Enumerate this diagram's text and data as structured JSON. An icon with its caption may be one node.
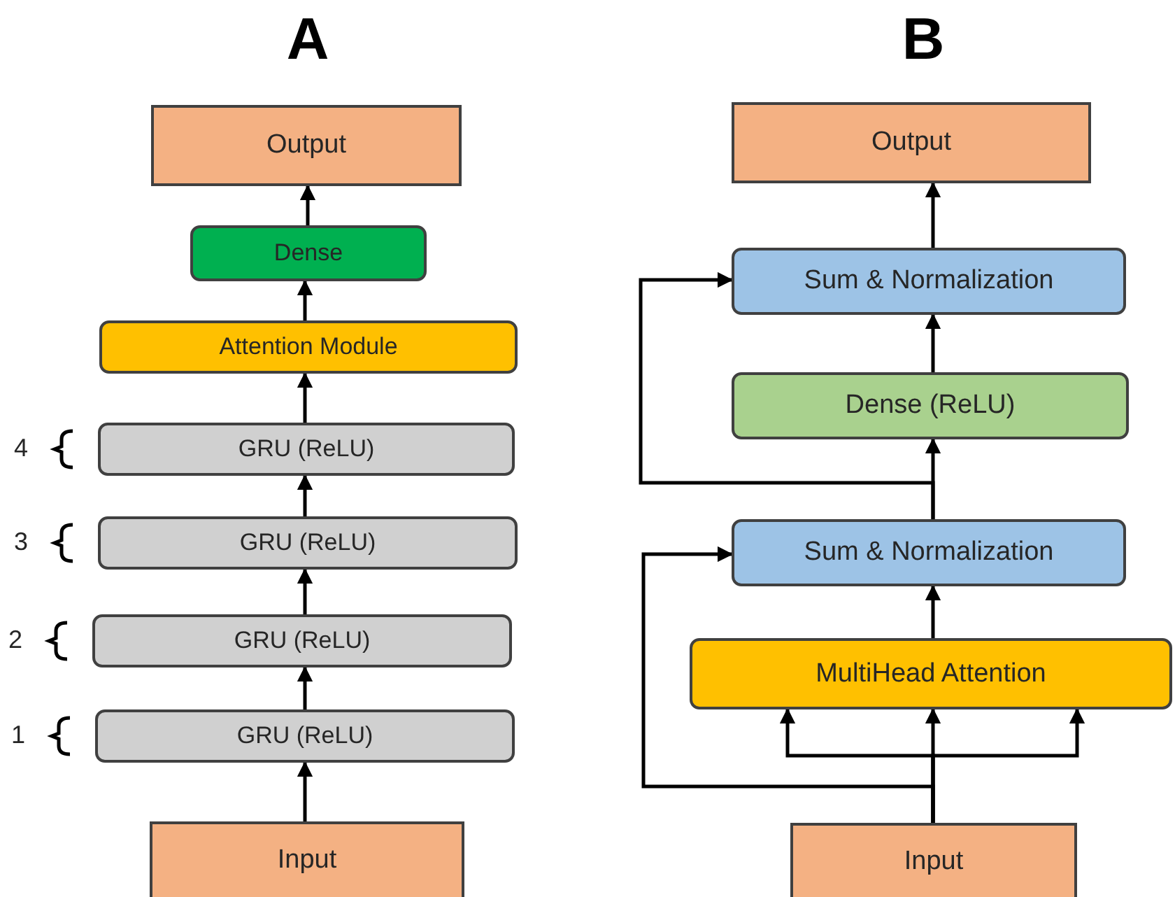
{
  "diagram": {
    "nodes": [
      {
        "text": [
          "Output"
        ]
      },
      {
        "text": [
          "Dense"
        ]
      },
      {
        "text": [
          "Attention Module"
        ]
      },
      {
        "text": [
          "GRU (ReLU)"
        ],
        "beside": [
          "4"
        ]
      },
      {
        "text": [
          "GRU (ReLU)"
        ],
        "beside": [
          "3"
        ]
      },
      {
        "text": [
          "GRU (ReLU)"
        ],
        "beside": [
          "2"
        ]
      },
      {
        "text": [
          "GRU (ReLU)"
        ],
        "beside": [
          "1"
        ]
      },
      {
        "text": [
          "Input"
        ]
      },
      {
        "text": [
          "Output"
        ]
      },
      {
        "text": [
          "Sum & Normalization"
        ]
      },
      {
        "text": [
          "Dense (ReLU)"
        ]
      },
      {
        "text": [
          "Sum & Normalization"
        ]
      },
      {
        "text": [
          "MultiHead Attention"
        ]
      },
      {
        "text": [
          "Input"
        ]
      }
    ],
    "edges": [
      {
        "from": 7,
        "to": 6,
        "arrow": "to"
      },
      {
        "from": 6,
        "to": 5,
        "arrow": "to"
      },
      {
        "from": 5,
        "to": 4,
        "arrow": "to"
      },
      {
        "from": 4,
        "to": 3,
        "arrow": "to"
      },
      {
        "from": 3,
        "to": 2,
        "arrow": "to"
      },
      {
        "from": 2,
        "to": 1,
        "arrow": "to"
      },
      {
        "from": 1,
        "to": 0,
        "arrow": "to"
      },
      {
        "from": 13,
        "to": 12,
        "arrow": "to"
      },
      {
        "from": 13,
        "to": 12,
        "arrow": "to"
      },
      {
        "from": 13,
        "to": 12,
        "arrow": "to"
      },
      {
        "from": 13,
        "to": 11,
        "arrow": "to"
      },
      {
        "from": 12,
        "to": 11,
        "arrow": "to"
      },
      {
        "from": 11,
        "to": 10,
        "arrow": "to"
      },
      {
        "from": 11,
        "to": 9,
        "arrow": "to"
      },
      {
        "from": 10,
        "to": 9,
        "arrow": "to"
      },
      {
        "from": 9,
        "to": 8,
        "arrow": "to"
      }
    ],
    "labels": [
      "A",
      "B"
    ]
  }
}
